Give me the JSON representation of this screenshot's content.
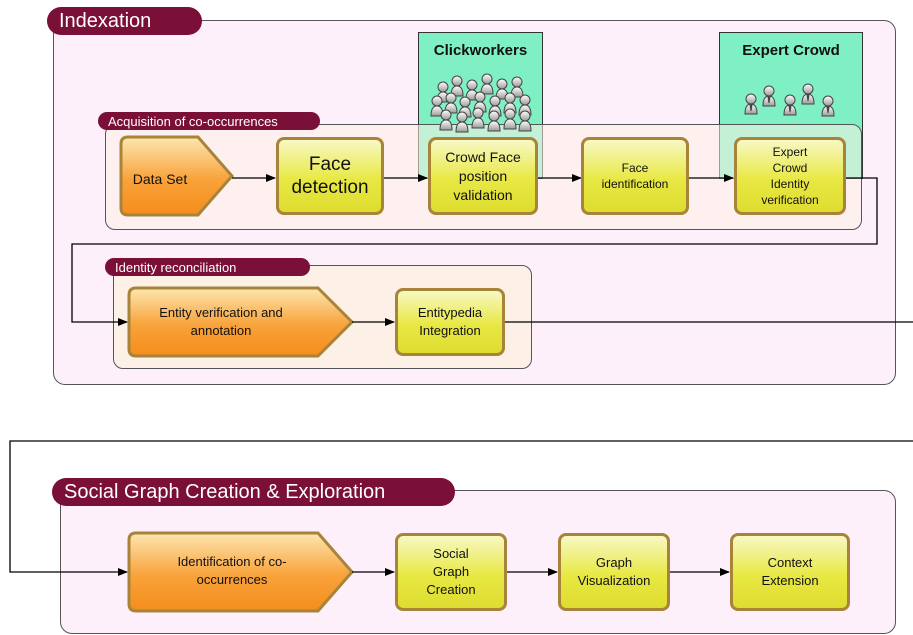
{
  "indexation": {
    "title": "Indexation",
    "crowd_clickworkers": "Clickworkers",
    "crowd_experts": "Expert Crowd",
    "acquisition": {
      "title": "Acquisition of co-occurrences",
      "data_set": "Data Set",
      "face_detection": [
        "Face",
        "detection"
      ],
      "crowd_face": [
        "Crowd Face",
        "position",
        "validation"
      ],
      "face_identification": [
        "Face",
        "identification"
      ],
      "expert_verification": [
        "Expert",
        "Crowd",
        "Identity",
        "verification"
      ]
    },
    "reconciliation": {
      "title": "Identity reconciliation",
      "entity_verification": [
        "Entity verification and",
        "annotation"
      ],
      "entitypedia": [
        "Entitypedia",
        "Integration"
      ]
    }
  },
  "social": {
    "title": "Social Graph Creation & Exploration",
    "identification": [
      "Identification of co-",
      "occurrences"
    ],
    "graph_creation": [
      "Social",
      "Graph",
      "Creation"
    ],
    "graph_visualization": [
      "Graph",
      "Visualization"
    ],
    "context_extension": [
      "Context",
      "Extension"
    ]
  },
  "colors": {
    "tag": "#7a1037",
    "panel_bg": "#fdf0fb",
    "subpanel_bg": "#fdf0e6",
    "crowd_bg": "#7ff0c4",
    "box_border": "#a8843a"
  }
}
